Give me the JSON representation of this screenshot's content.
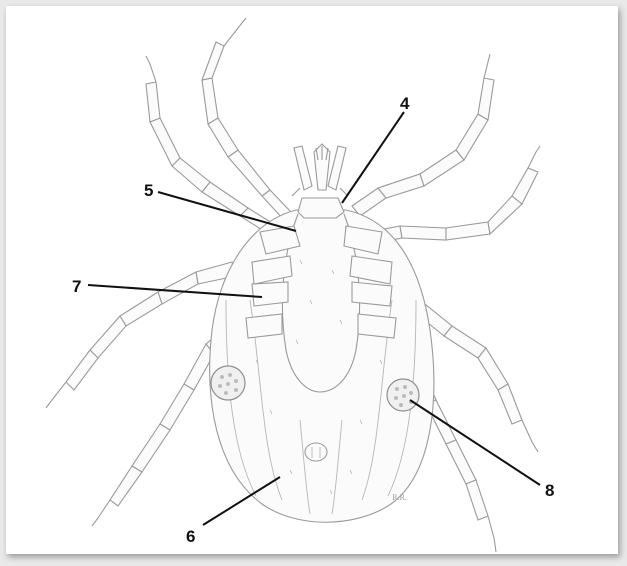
{
  "labels": {
    "l4": "4",
    "l5": "5",
    "l6": "6",
    "l7": "7",
    "l8": "8"
  },
  "signature": "R.R."
}
